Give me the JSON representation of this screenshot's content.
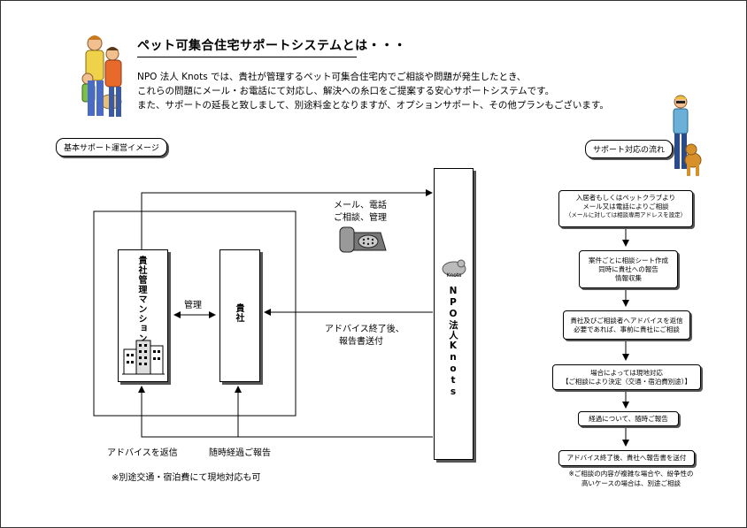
{
  "header": {
    "title": "ペット可集合住宅サポートシステムとは・・・",
    "intro_lines": [
      "NPO 法人 Knots では、貴社が管理するペット可集合住宅内でご相談や問題が発生したとき、",
      "これらの問題にメール・お電話にて対応し、解決への糸口をご提案する安心サポートシステムです。",
      "また、サポートの延長と致しまして、別途料金となりますが、オプションサポート、その他プランもございます。"
    ]
  },
  "diagram": {
    "section_label": "基本サポート運営イメージ",
    "mansion_label": "貴社管理マンション",
    "company_label": "貴社",
    "npo_label": "NPO法人Knots",
    "logo_text": "Knots",
    "manage_label": "管理",
    "mail_label_1": "メール、電話",
    "mail_label_2": "ご相談、管理",
    "advice_label_1": "アドバイス終了後、",
    "advice_label_2": "報告書送付",
    "return_label": "アドバイスを返信",
    "progress_label": "随時経過ご報告",
    "note": "※別途交通・宿泊費にて現地対応も可"
  },
  "flow": {
    "title": "サポート対応の流れ",
    "steps": [
      [
        "入居者もしくはペットクラブより",
        "メール又は電話によりご相談",
        "（メールに対しては相談専用アドレスを設定）"
      ],
      [
        "案件ごとに相談シート作成",
        "同時に貴社への報告",
        "情報収集"
      ],
      [
        "貴社及びご相談者へアドバイスを返信",
        "必要であれば、事前に貴社にご相談"
      ],
      [
        "場合によっては現地対応",
        "【ご相談により決定（交通・宿泊費別途）】"
      ],
      [
        "経過について、随時ご報告"
      ],
      [
        "アドバイス終了後、貴社へ報告書を送付"
      ]
    ],
    "footnote_1": "※ご相談の内容が複雑な場合や、紛争性の",
    "footnote_2": "高いケースの場合は、別途ご相談"
  }
}
